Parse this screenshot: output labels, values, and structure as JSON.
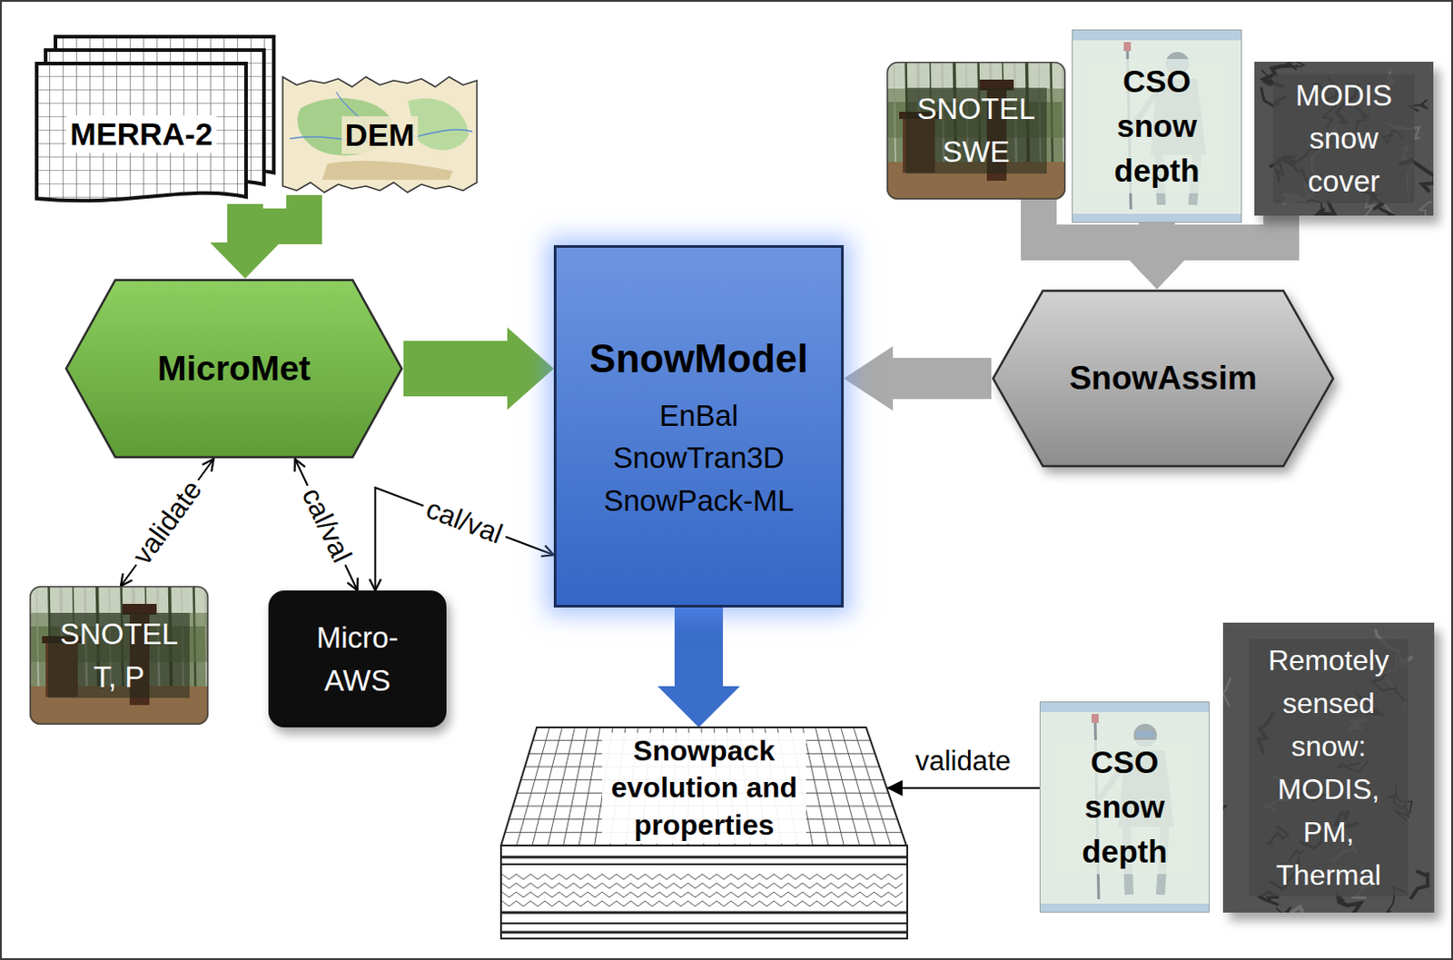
{
  "diagram": {
    "nodes": [
      {
        "text": [
          "MERRA-2"
        ]
      },
      {
        "text": [
          "DEM"
        ]
      },
      {
        "text": [
          "SNOTEL SWE"
        ]
      },
      {
        "text": [
          "CSO snow depth"
        ]
      },
      {
        "text": [
          "MODIS snow cover"
        ]
      },
      {
        "text": [
          "MicroMet"
        ]
      },
      {
        "text": [
          "SnowModel",
          "EnBal",
          "SnowTran3D",
          "SnowPack-ML"
        ]
      },
      {
        "text": [
          "SnowAssim"
        ]
      },
      {
        "text": [
          "SNOTEL T, P"
        ]
      },
      {
        "text": [
          "Micro- AWS"
        ]
      },
      {
        "text": [
          "Snowpack evolution and properties"
        ]
      },
      {
        "text": [
          "CSO snow depth"
        ]
      },
      {
        "text": [
          "Remotely sensed snow: MODIS, PM, Thermal"
        ]
      }
    ],
    "edges": [
      {
        "from": 0,
        "to": 5,
        "arrow": "to"
      },
      {
        "from": 1,
        "to": 5,
        "arrow": "to"
      },
      {
        "from": 5,
        "to": 6,
        "arrow": "to"
      },
      {
        "from": 2,
        "to": 7,
        "arrow": "to"
      },
      {
        "from": 3,
        "to": 7,
        "arrow": "to"
      },
      {
        "from": 4,
        "to": 7,
        "arrow": "to"
      },
      {
        "from": 7,
        "to": 6,
        "arrow": "to"
      },
      {
        "from": 6,
        "to": 10,
        "arrow": "to"
      },
      {
        "from": 5,
        "to": 8,
        "label": "validate",
        "arrow": "both"
      },
      {
        "from": 5,
        "to": 9,
        "label": "cal/val",
        "arrow": "both"
      },
      {
        "from": 9,
        "to": 6,
        "label": "cal/val",
        "arrow": "both"
      },
      {
        "from": 11,
        "to": 10,
        "label": "validate",
        "arrow": "to"
      }
    ]
  }
}
